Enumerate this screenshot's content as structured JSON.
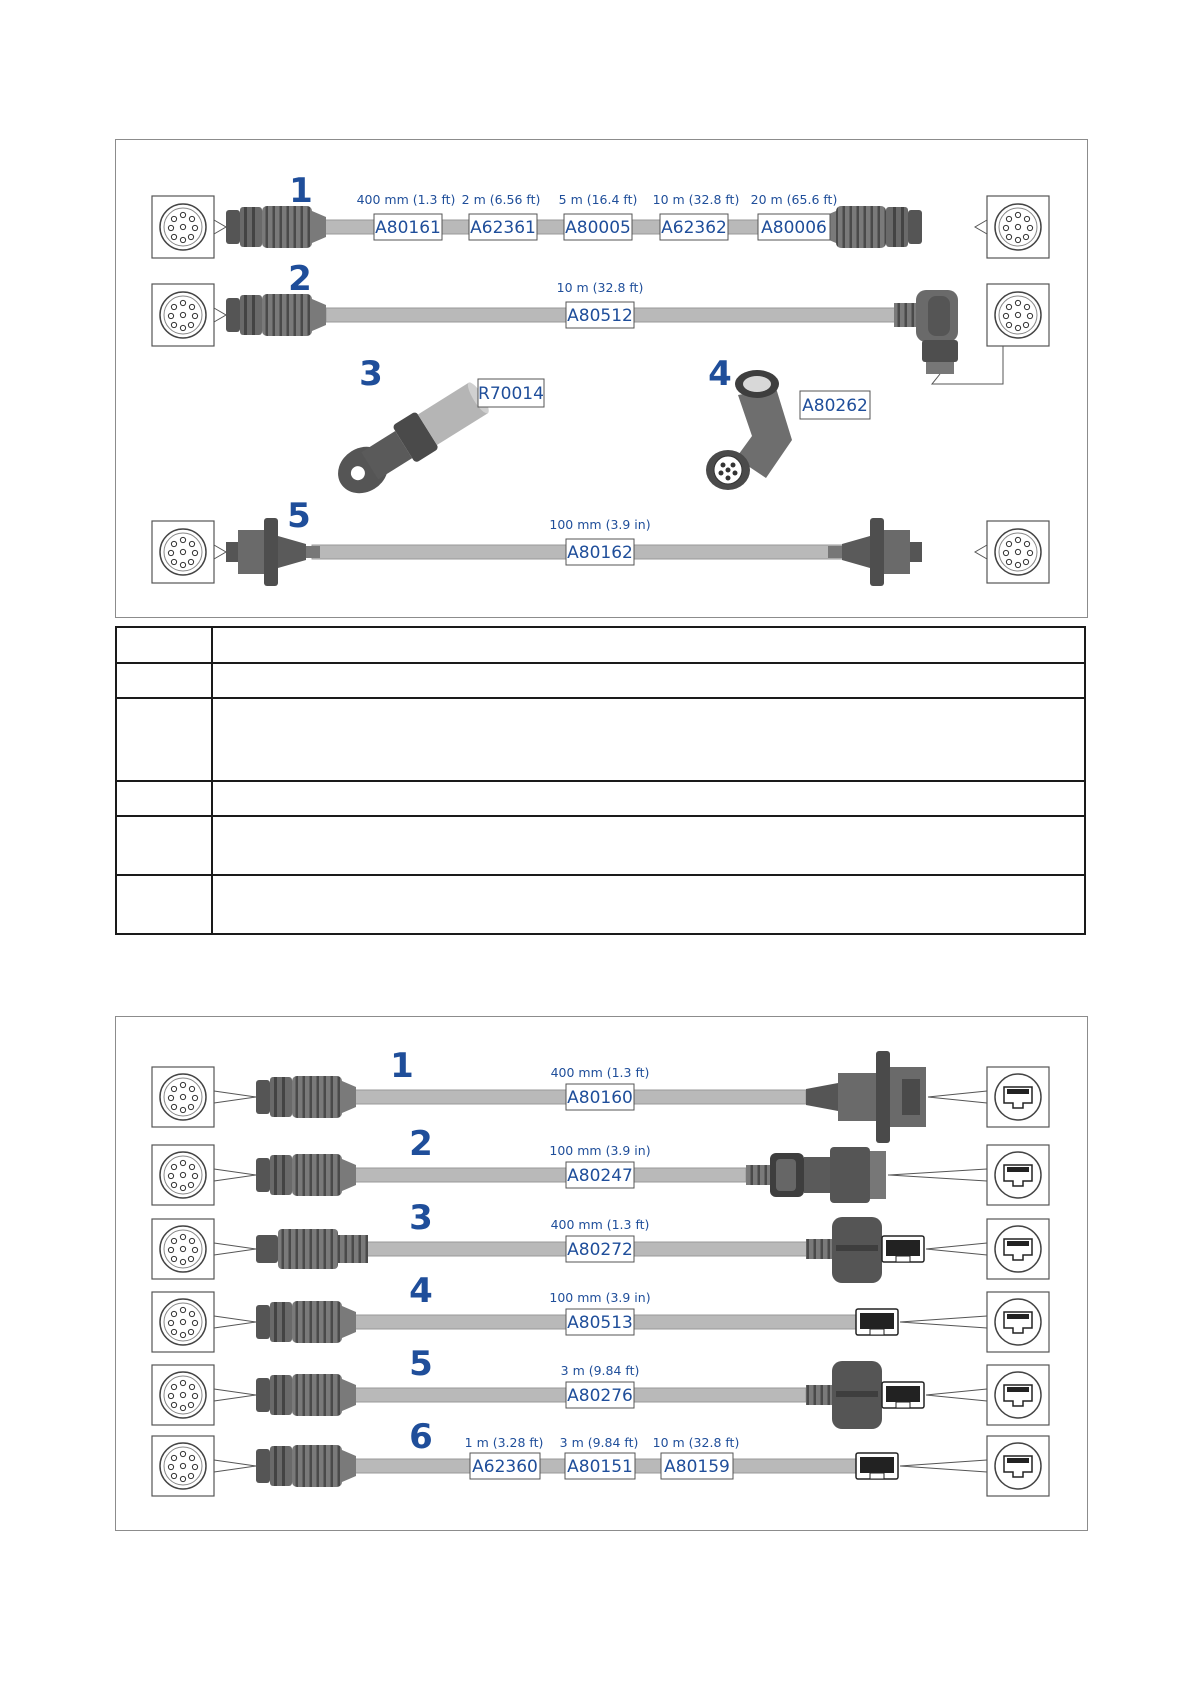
{
  "figure1": {
    "colors": {
      "accent": "#1f4e9a",
      "cable": "#b9b9b9",
      "connector": "#6a6a6a"
    },
    "items": [
      {
        "number": "1",
        "segments": [
          {
            "length": "400 mm (1.3 ft)",
            "part": "A80161"
          },
          {
            "length": "2 m (6.56 ft)",
            "part": "A62361"
          },
          {
            "length": "5 m (16.4 ft)",
            "part": "A80005"
          },
          {
            "length": "10 m (32.8 ft)",
            "part": "A62362"
          },
          {
            "length": "20 m (65.6 ft)",
            "part": "A80006"
          }
        ]
      },
      {
        "number": "2",
        "length": "10 m (32.8 ft)",
        "part": "A80512"
      },
      {
        "number": "3",
        "part": "R70014"
      },
      {
        "number": "4",
        "part": "A80262"
      },
      {
        "number": "5",
        "length": "100 mm (3.9 in)",
        "part": "A80162"
      }
    ]
  },
  "figure2": {
    "items": [
      {
        "number": "1",
        "length": "400 mm (1.3 ft)",
        "part": "A80160"
      },
      {
        "number": "2",
        "length": "100 mm (3.9 in)",
        "part": "A80247"
      },
      {
        "number": "3",
        "length": "400 mm (1.3 ft)",
        "part": "A80272"
      },
      {
        "number": "4",
        "length": "100 mm (3.9 in)",
        "part": "A80513"
      },
      {
        "number": "5",
        "length": "3 m (9.84 ft)",
        "part": "A80276"
      },
      {
        "number": "6",
        "segments": [
          {
            "length": "1 m (3.28 ft)",
            "part": "A62360"
          },
          {
            "length": "3 m (9.84 ft)",
            "part": "A80151"
          },
          {
            "length": "10 m (32.8 ft)",
            "part": "A80159"
          }
        ]
      }
    ]
  }
}
